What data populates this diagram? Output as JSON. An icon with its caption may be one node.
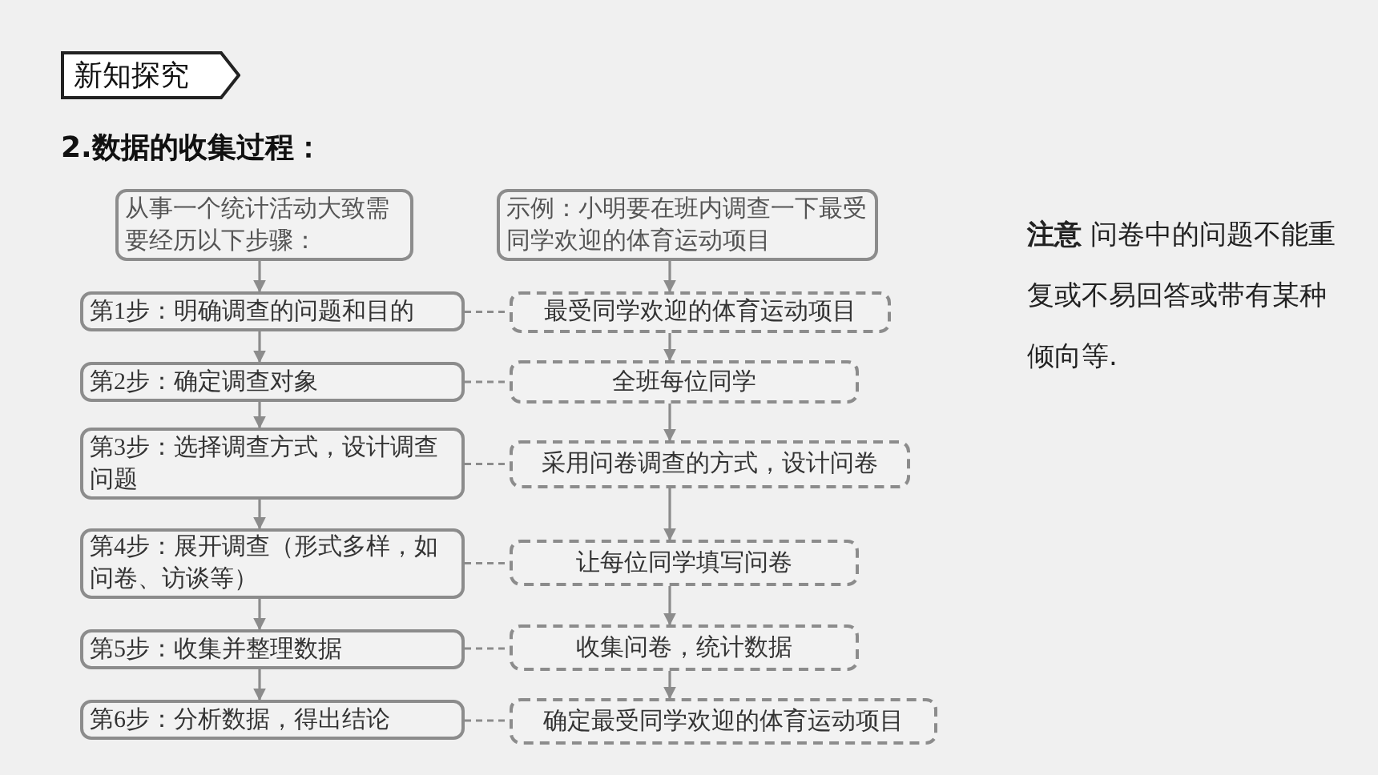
{
  "diagram": {
    "title": "2.数据的收集过程：",
    "nodes": [
      {
        "text": [
          "新知探究"
        ]
      },
      {
        "text": [
          "从事一个统计活动大致需要经历以下步骤："
        ]
      },
      {
        "text": [
          "示例：小明要在班内调查一下最受同学欢迎的体育运动项目"
        ]
      },
      {
        "text": [
          "第1步：明确调查的问题和目的"
        ]
      },
      {
        "text": [
          "第2步：确定调查对象"
        ]
      },
      {
        "text": [
          "第3步：选择调查方式，设计调查问题"
        ]
      },
      {
        "text": [
          "第4步：展开调查（形式多样，如问卷、访谈等）"
        ]
      },
      {
        "text": [
          "第5步：收集并整理数据"
        ]
      },
      {
        "text": [
          "第6步：分析数据，得出结论"
        ]
      },
      {
        "text": [
          "最受同学欢迎的体育运动项目"
        ]
      },
      {
        "text": [
          "全班每位同学"
        ]
      },
      {
        "text": [
          "采用问卷调查的方式，设计问卷"
        ]
      },
      {
        "text": [
          "让每位同学填写问卷"
        ]
      },
      {
        "text": [
          "收集问卷，统计数据"
        ]
      },
      {
        "text": [
          "确定最受同学欢迎的体育运动项目"
        ]
      }
    ],
    "edges": [
      {
        "from": 1,
        "to": 3,
        "arrow": "to"
      },
      {
        "from": 3,
        "to": 4,
        "arrow": "to"
      },
      {
        "from": 4,
        "to": 5,
        "arrow": "to"
      },
      {
        "from": 5,
        "to": 6,
        "arrow": "to"
      },
      {
        "from": 6,
        "to": 7,
        "arrow": "to"
      },
      {
        "from": 7,
        "to": 8,
        "arrow": "to"
      },
      {
        "from": 2,
        "to": 9,
        "arrow": "to"
      },
      {
        "from": 9,
        "to": 10,
        "arrow": "to"
      },
      {
        "from": 10,
        "to": 11,
        "arrow": "to"
      },
      {
        "from": 11,
        "to": 12,
        "arrow": "to"
      },
      {
        "from": 12,
        "to": 13,
        "arrow": "to"
      },
      {
        "from": 13,
        "to": 14,
        "arrow": "to"
      },
      {
        "from": 3,
        "to": 9,
        "arrow": "none",
        "style": "dashed"
      },
      {
        "from": 4,
        "to": 10,
        "arrow": "none",
        "style": "dashed"
      },
      {
        "from": 5,
        "to": 11,
        "arrow": "none",
        "style": "dashed"
      },
      {
        "from": 6,
        "to": 12,
        "arrow": "none",
        "style": "dashed"
      },
      {
        "from": 7,
        "to": 13,
        "arrow": "none",
        "style": "dashed"
      },
      {
        "from": 8,
        "to": 14,
        "arrow": "none",
        "style": "dashed"
      }
    ],
    "labels": [
      "**注意** 问卷中的问题不能重复或不易回答或带有某种倾向等."
    ]
  }
}
